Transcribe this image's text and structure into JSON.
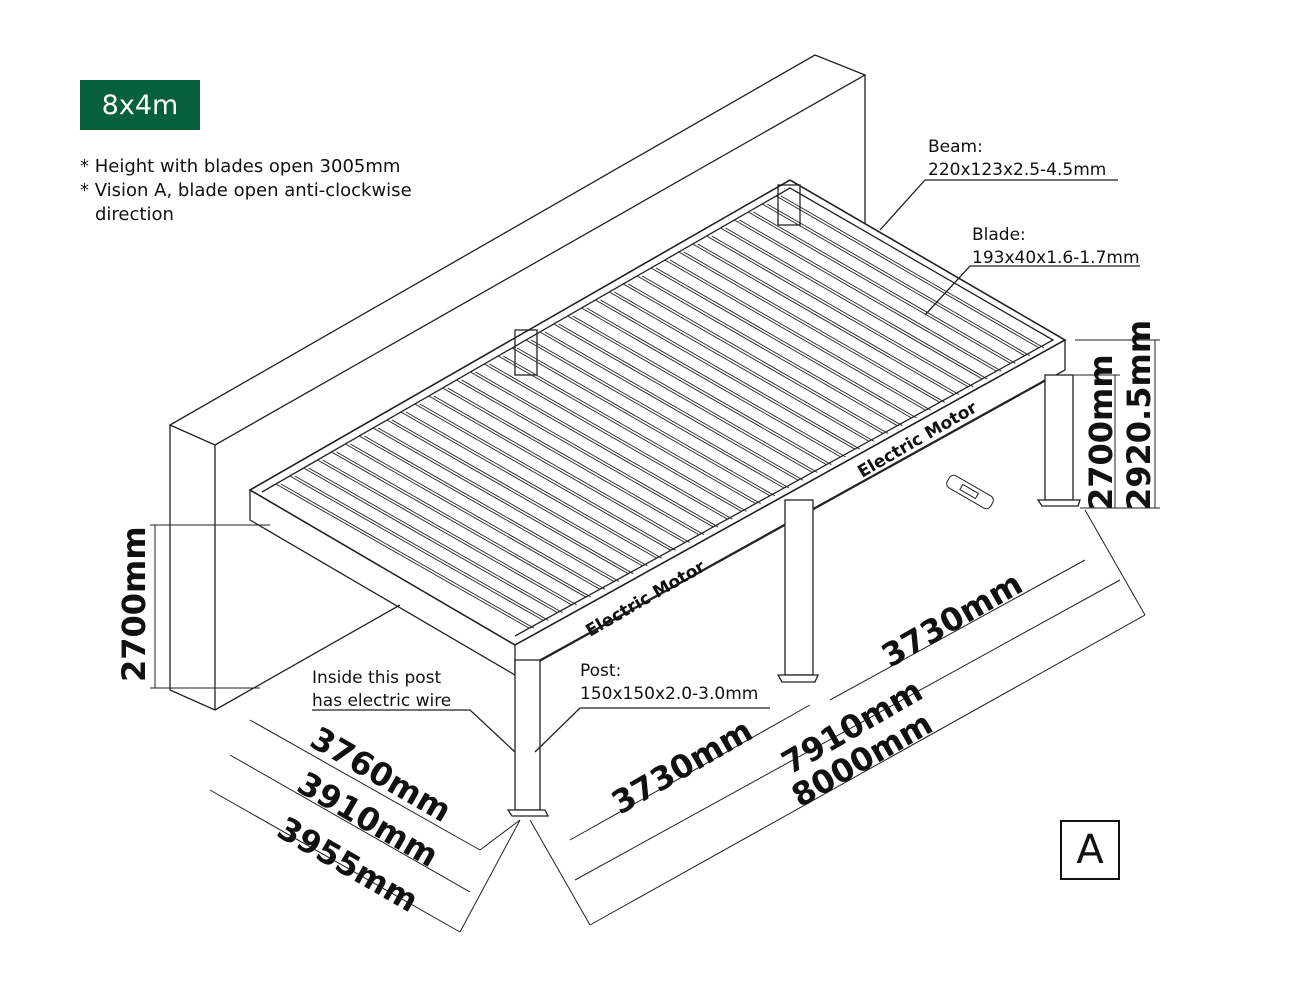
{
  "badge": "8x4m",
  "notes": [
    "* Height with blades open 3005mm",
    "* Vision A, blade open anti-clockwise",
    "direction"
  ],
  "callouts": {
    "beam_title": "Beam:",
    "beam_size": "220x123x2.5-4.5mm",
    "blade_title": "Blade:",
    "blade_size": "193x40x1.6-1.7mm",
    "post_title": "Post:",
    "post_size": "150x150x2.0-3.0mm",
    "wire_line1": "Inside this post",
    "wire_line2": "has electric wire",
    "motor_front": "Electric Motor",
    "motor_right": "Electric Motor"
  },
  "dimensions": {
    "height_left": "2700mm",
    "height_right": "2700mm",
    "height_total": "2920.5mm",
    "depth_inner": "3760mm",
    "depth_mid": "3910mm",
    "depth_outer": "3955mm",
    "span_front": "3730mm",
    "span_back": "3730mm",
    "length_inner": "7910mm",
    "length_outer": "8000mm"
  },
  "vision": "A",
  "colors": {
    "badge": "#06613a",
    "line": "#111111"
  }
}
